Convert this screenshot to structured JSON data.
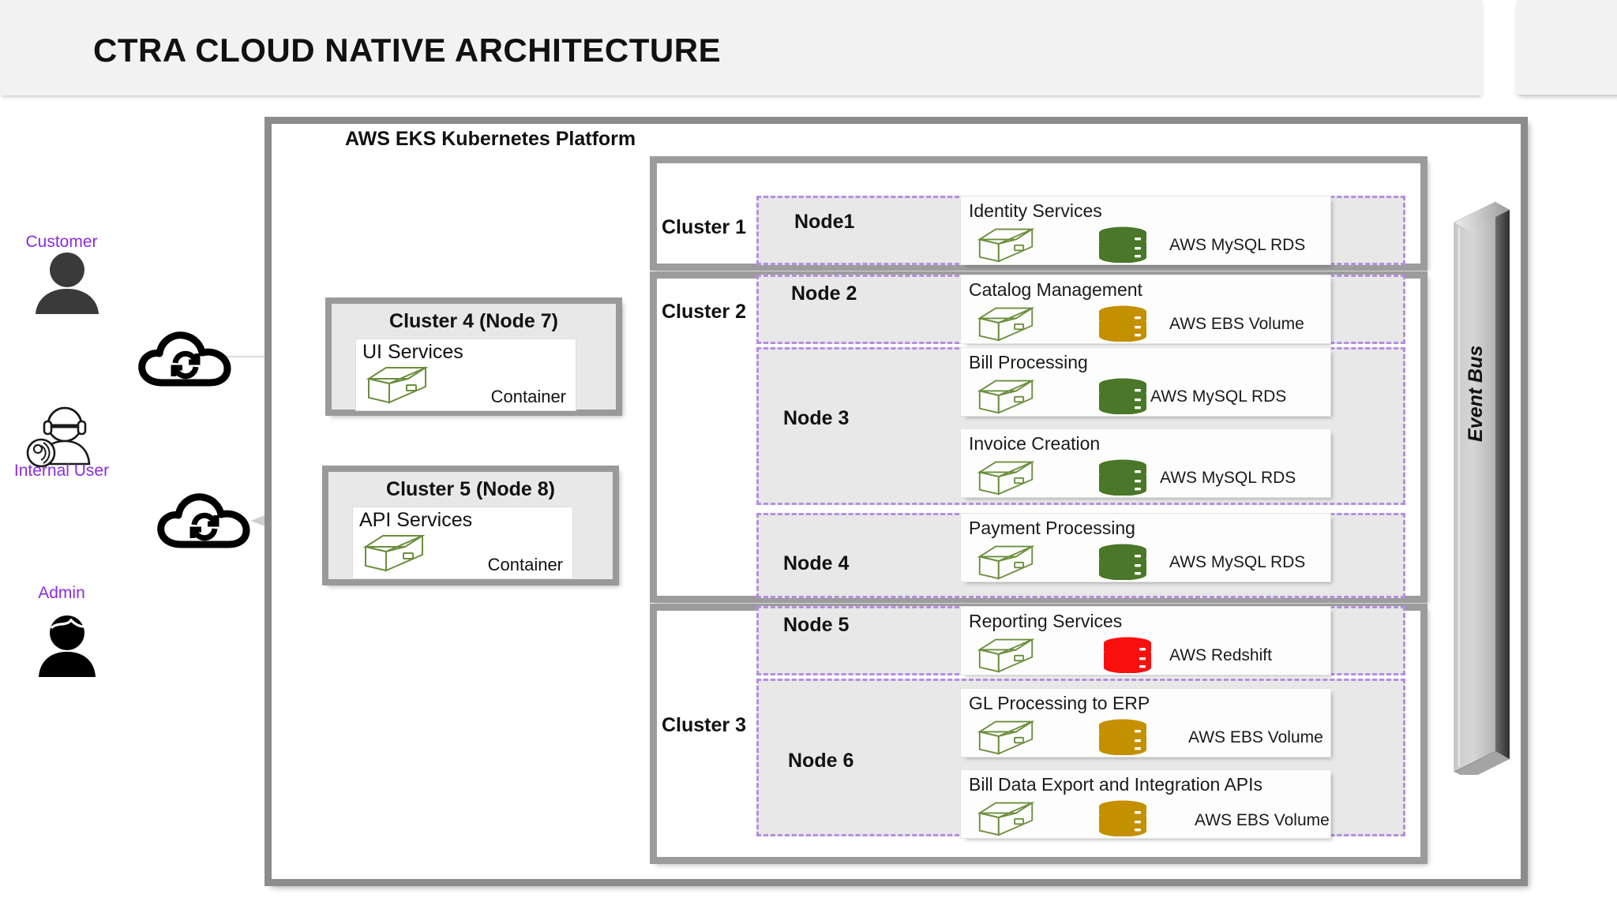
{
  "header": {
    "title": "CTRA CLOUD NATIVE ARCHITECTURE"
  },
  "platform": {
    "title": "AWS EKS Kubernetes Platform"
  },
  "actors": [
    {
      "label": "Customer",
      "icon": "user-icon"
    },
    {
      "label": "Internal User",
      "icon": "headset-user-icon"
    },
    {
      "label": "Admin",
      "icon": "admin-user-icon"
    }
  ],
  "gateways": [
    {
      "icon": "cloud-sync-icon",
      "name": "cloud-gateway-top"
    },
    {
      "icon": "cloud-sync-icon",
      "name": "cloud-gateway-bottom"
    }
  ],
  "side_clusters": [
    {
      "title": "Cluster 4 (Node 7)",
      "service": "UI Services",
      "sub": "Container",
      "icon": "container-box-icon"
    },
    {
      "title": "Cluster 5 (Node 8)",
      "service": "API Services",
      "sub": "Container",
      "icon": "container-box-icon"
    }
  ],
  "clusters": [
    {
      "label": "Cluster 1"
    },
    {
      "label": "Cluster 2"
    },
    {
      "label": "Cluster 3"
    }
  ],
  "nodes": [
    {
      "label": "Node1"
    },
    {
      "label": "Node 2"
    },
    {
      "label": "Node 3"
    },
    {
      "label": "Node 4"
    },
    {
      "label": "Node 5"
    },
    {
      "label": "Node 6"
    }
  ],
  "services": [
    {
      "title": "Identity Services",
      "db": "AWS MySQL RDS",
      "db_color": "#4a7729",
      "db_icon": "database-cylinder-icon",
      "container_icon": "container-box-icon"
    },
    {
      "title": "Catalog Management",
      "db": "AWS EBS Volume",
      "db_color": "#c49000",
      "db_icon": "database-cylinder-icon",
      "container_icon": "container-box-icon"
    },
    {
      "title": "Bill Processing",
      "db": "AWS MySQL RDS",
      "db_color": "#4a7729",
      "db_icon": "database-cylinder-icon",
      "container_icon": "container-box-icon"
    },
    {
      "title": "Invoice Creation",
      "db": "AWS MySQL RDS",
      "db_color": "#4a7729",
      "db_icon": "database-cylinder-icon",
      "container_icon": "container-box-icon"
    },
    {
      "title": "Payment Processing",
      "db": "AWS MySQL RDS",
      "db_color": "#4a7729",
      "db_icon": "database-cylinder-icon",
      "container_icon": "container-box-icon"
    },
    {
      "title": "Reporting Services",
      "db": "AWS Redshift",
      "db_color": "#fa0f0f",
      "db_icon": "database-cylinder-icon",
      "container_icon": "container-box-icon"
    },
    {
      "title": "GL Processing to ERP",
      "db": "AWS EBS Volume",
      "db_color": "#c49000",
      "db_icon": "database-cylinder-icon",
      "container_icon": "container-box-icon"
    },
    {
      "title": "Bill Data Export and Integration  APIs",
      "db": "AWS EBS Volume",
      "db_color": "#c49000",
      "db_icon": "database-cylinder-icon",
      "container_icon": "container-box-icon"
    }
  ],
  "event_bus": {
    "label": "Event Bus"
  },
  "colors": {
    "accent_purple": "#8a2be2",
    "node_dashed": "#b58ee0",
    "frame_gray": "#8c8c8c",
    "rds_green": "#4a7729",
    "ebs_gold": "#c49000",
    "redshift_red": "#fa0f0f",
    "container_green": "#6b8e3d"
  }
}
